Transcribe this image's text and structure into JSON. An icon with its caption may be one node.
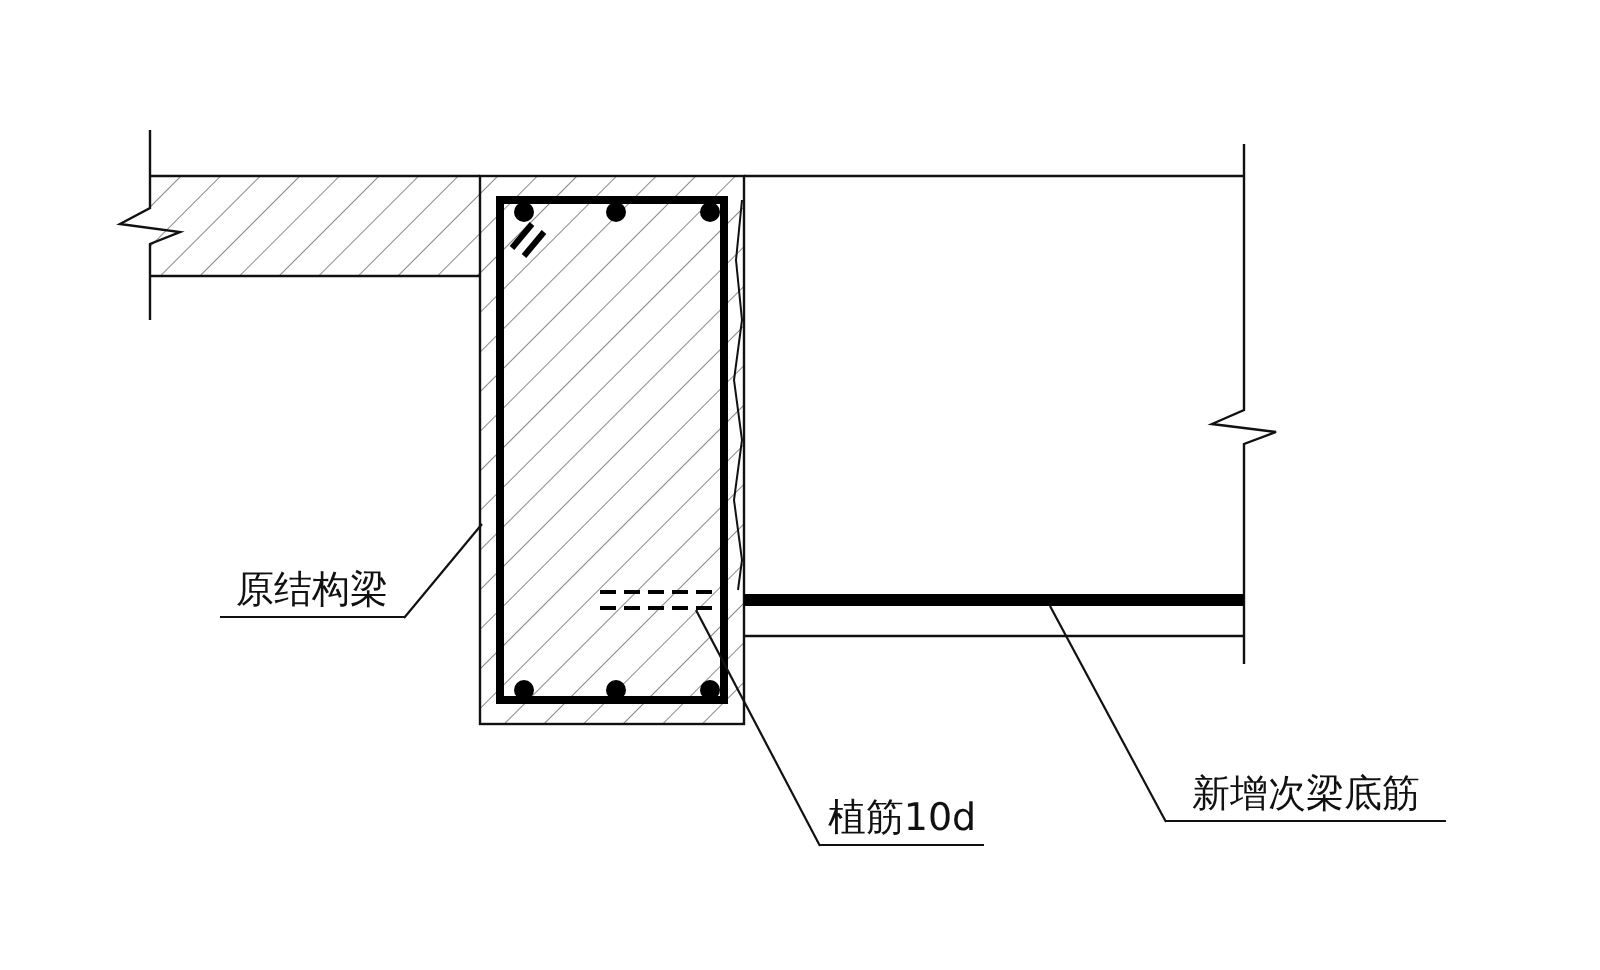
{
  "diagram": {
    "nodes": [
      {
        "text": [
          "原结构梁"
        ]
      },
      {
        "text": [],
        "shape": "box"
      },
      {
        "text": [
          "植筋10d"
        ]
      },
      {
        "text": [],
        "shape": "bar",
        "in": 1
      },
      {
        "text": [
          "新增次梁底筋"
        ]
      },
      {
        "text": [],
        "shape": "bar"
      }
    ],
    "edges": [
      {
        "from": 0,
        "to": 1,
        "arrow": "none"
      },
      {
        "from": 2,
        "to": 3,
        "arrow": "none"
      },
      {
        "from": 4,
        "to": 5,
        "arrow": "none"
      }
    ]
  }
}
